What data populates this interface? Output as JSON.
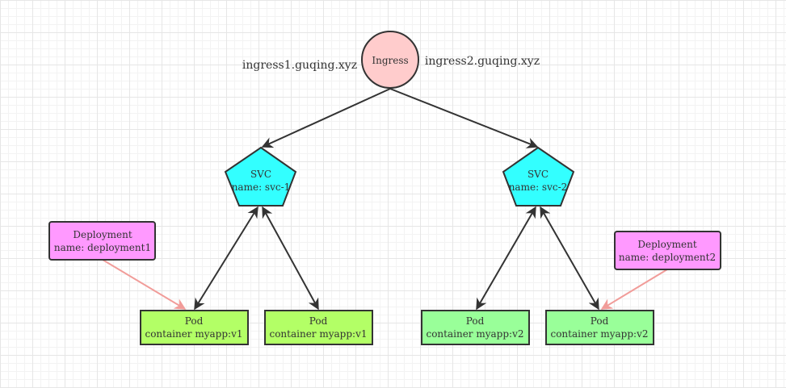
{
  "diagram": {
    "ingress": {
      "label": "Ingress",
      "fill": "#ffcccc"
    },
    "hosts": {
      "left": "ingress1.guqing.xyz",
      "right": "ingress2.guqing.xyz"
    },
    "services": [
      {
        "title": "SVC",
        "name": "name: svc-1",
        "fill": "#33ffff"
      },
      {
        "title": "SVC",
        "name": "name: svc-2",
        "fill": "#33ffff"
      }
    ],
    "deployments": [
      {
        "title": "Deployment",
        "name": "name: deployment1",
        "fill": "#ff99ff"
      },
      {
        "title": "Deployment",
        "name": "name: deployment2",
        "fill": "#ff99ff"
      }
    ],
    "pods": [
      {
        "title": "Pod",
        "container": "container myapp:v1",
        "fill": "#b3ff66"
      },
      {
        "title": "Pod",
        "container": "container myapp:v1",
        "fill": "#b3ff66"
      },
      {
        "title": "Pod",
        "container": "container myapp:v2",
        "fill": "#99ff99"
      },
      {
        "title": "Pod",
        "container": "container myapp:v2",
        "fill": "#99ff99"
      }
    ],
    "colors": {
      "stroke": "#333333",
      "arrow": "#333333",
      "deployment_link": "#f19c99"
    }
  }
}
